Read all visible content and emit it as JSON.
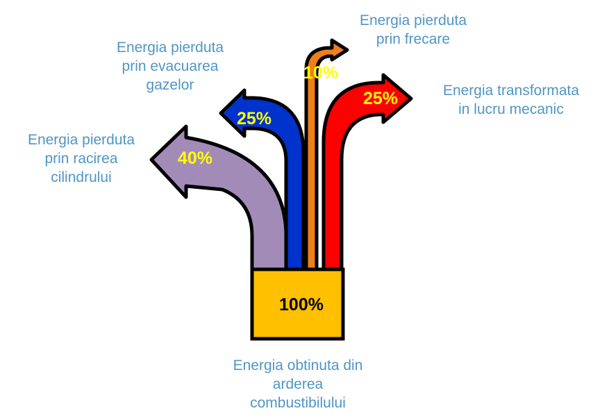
{
  "source": {
    "value_label": "100%",
    "lines": [
      "Energia obtinuta din",
      "arderea",
      "combustibilului"
    ],
    "color": "#ffc000"
  },
  "flows": [
    {
      "id": "cooling",
      "value_label": "40%",
      "color": "#a38bb8",
      "label_color": "#ffff00",
      "lines": [
        "Energia pierduta",
        "prin racirea",
        "cilindrului"
      ]
    },
    {
      "id": "exhaust",
      "value_label": "25%",
      "color": "#0033cc",
      "label_color": "#ffff00",
      "lines": [
        "Energia pierduta",
        "prin evacuarea",
        "gazelor"
      ]
    },
    {
      "id": "friction",
      "value_label": "10%",
      "color": "#ee7f1a",
      "label_color": "#ffff00",
      "lines": [
        "Energia pierduta",
        "prin frecare"
      ]
    },
    {
      "id": "mechanical",
      "value_label": "25%",
      "color": "#ff0000",
      "label_color": "#ffff00",
      "lines": [
        "Energia transformata",
        "in lucru mecanic"
      ]
    }
  ],
  "text_color": "#4f95c4"
}
